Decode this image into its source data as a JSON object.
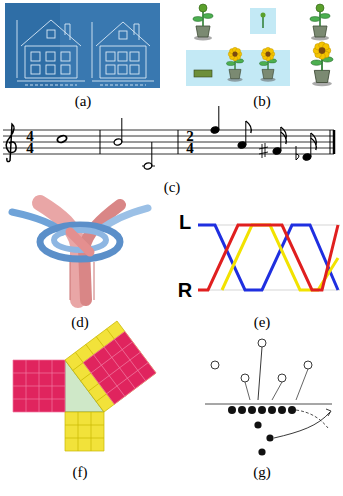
{
  "diagram": {
    "labels": [
      "(a)",
      "(b)",
      "4",
      "4",
      "2",
      "4",
      "(c)",
      "(d)",
      "L",
      "R",
      "(e)",
      "(f)",
      "(g)"
    ]
  }
}
